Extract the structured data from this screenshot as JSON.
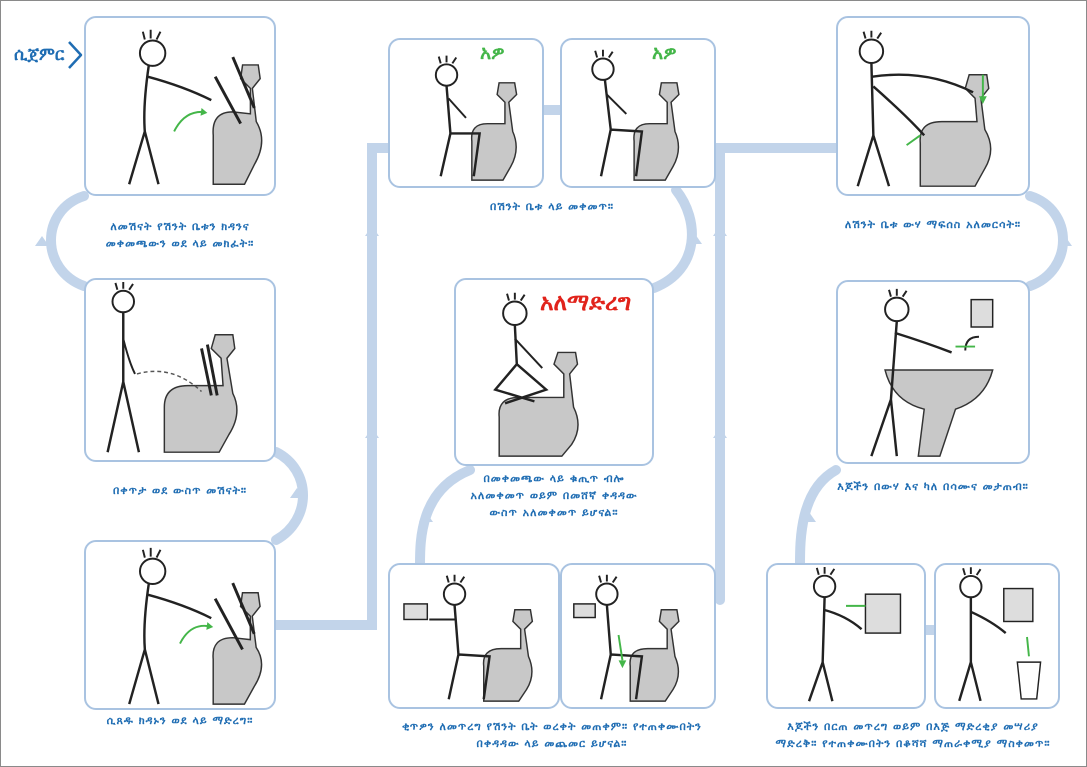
{
  "start": {
    "label": "ሲጀምር",
    "icon": "chevron-right-icon"
  },
  "colors": {
    "card_border": "#a9c3e1",
    "connector": "#c2d4ea",
    "caption_text": "#1f6db3",
    "green_label": "#44b649",
    "red_label": "#e1231b",
    "toilet_gray": "#c8c8c8"
  },
  "steps": [
    {
      "caption": "ለመሽናት የሽንት ቤቱን ክዳንና መቀመጫውን ወደ ላይ መክፈት።"
    },
    {
      "caption": "በቀጥታ ወደ ውስጥ መሽናት።"
    },
    {
      "caption": "ሲጸዱ ክዳኑን ወደ ላይ ማድረግ።"
    },
    {
      "caption": "በሽንት ቤቱ ላይ መቀመጥ።",
      "badges": [
        "አዎ",
        "አዎ"
      ]
    },
    {
      "caption": "በመቀመጫው ላይ ቁጢጥ ብሎ አለመቀመጥ ወይም በመሸኛ ቀዳዳው ውስጥ አለመቀመጥ ይሆናል።",
      "badge": "አለማድረግ"
    },
    {
      "caption": "ቂጥዎን ለመጥረግ የሽንት ቤት ወረቀት መጠቀም። የተጠቀሙበትን በቀዳዳው ላይ መጨመር ይሆናል።"
    },
    {
      "caption": "ለሽንት ቤቱ ውሃ ማፍሰስ አለመርሳት።"
    },
    {
      "caption": "እጆችን በውሃ እና ካለ በሳሙና መታጠብ።"
    },
    {
      "caption": "እጆችን በርጠ መጥረግ ወይም በእጅ ማድረቂያ መሣሪያ ማድረቅ። የተጠቀሙበትን በቆሻሻ ማጠራቀሚያ ማስቀመጥ።"
    }
  ]
}
